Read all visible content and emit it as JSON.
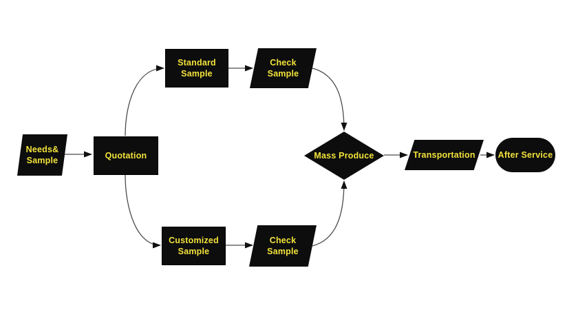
{
  "diagram": {
    "type": "flowchart",
    "background_color": "#ffffff",
    "node_fill_color": "#0d0d0d",
    "node_text_color": "#f2e23a",
    "connector_color": "#4a4a4a",
    "arrowhead_color": "#111111"
  },
  "nodes": [
    {
      "id": "needs-sample",
      "shape": "parallelogram",
      "label": "Needs&\nSample"
    },
    {
      "id": "quotation",
      "shape": "rectangle",
      "label": "Quotation"
    },
    {
      "id": "standard-sample",
      "shape": "rectangle",
      "label": "Standard\nSample"
    },
    {
      "id": "check-sample-top",
      "shape": "parallelogram",
      "label": "Check\nSample"
    },
    {
      "id": "customized-sample",
      "shape": "rectangle",
      "label": "Customized\nSample"
    },
    {
      "id": "check-sample-bottom",
      "shape": "parallelogram",
      "label": "Check\nSample"
    },
    {
      "id": "mass-produce",
      "shape": "diamond",
      "label": "Mass Produce"
    },
    {
      "id": "transportation",
      "shape": "parallelogram",
      "label": "Transportation"
    },
    {
      "id": "after-service",
      "shape": "terminator",
      "label": "After Service"
    }
  ],
  "connectors": [
    {
      "from": "needs-sample",
      "to": "quotation"
    },
    {
      "from": "quotation",
      "to": "standard-sample"
    },
    {
      "from": "standard-sample",
      "to": "check-sample-top"
    },
    {
      "from": "check-sample-top",
      "to": "mass-produce"
    },
    {
      "from": "quotation",
      "to": "customized-sample"
    },
    {
      "from": "customized-sample",
      "to": "check-sample-bottom"
    },
    {
      "from": "check-sample-bottom",
      "to": "mass-produce"
    },
    {
      "from": "mass-produce",
      "to": "transportation"
    },
    {
      "from": "transportation",
      "to": "after-service"
    }
  ]
}
